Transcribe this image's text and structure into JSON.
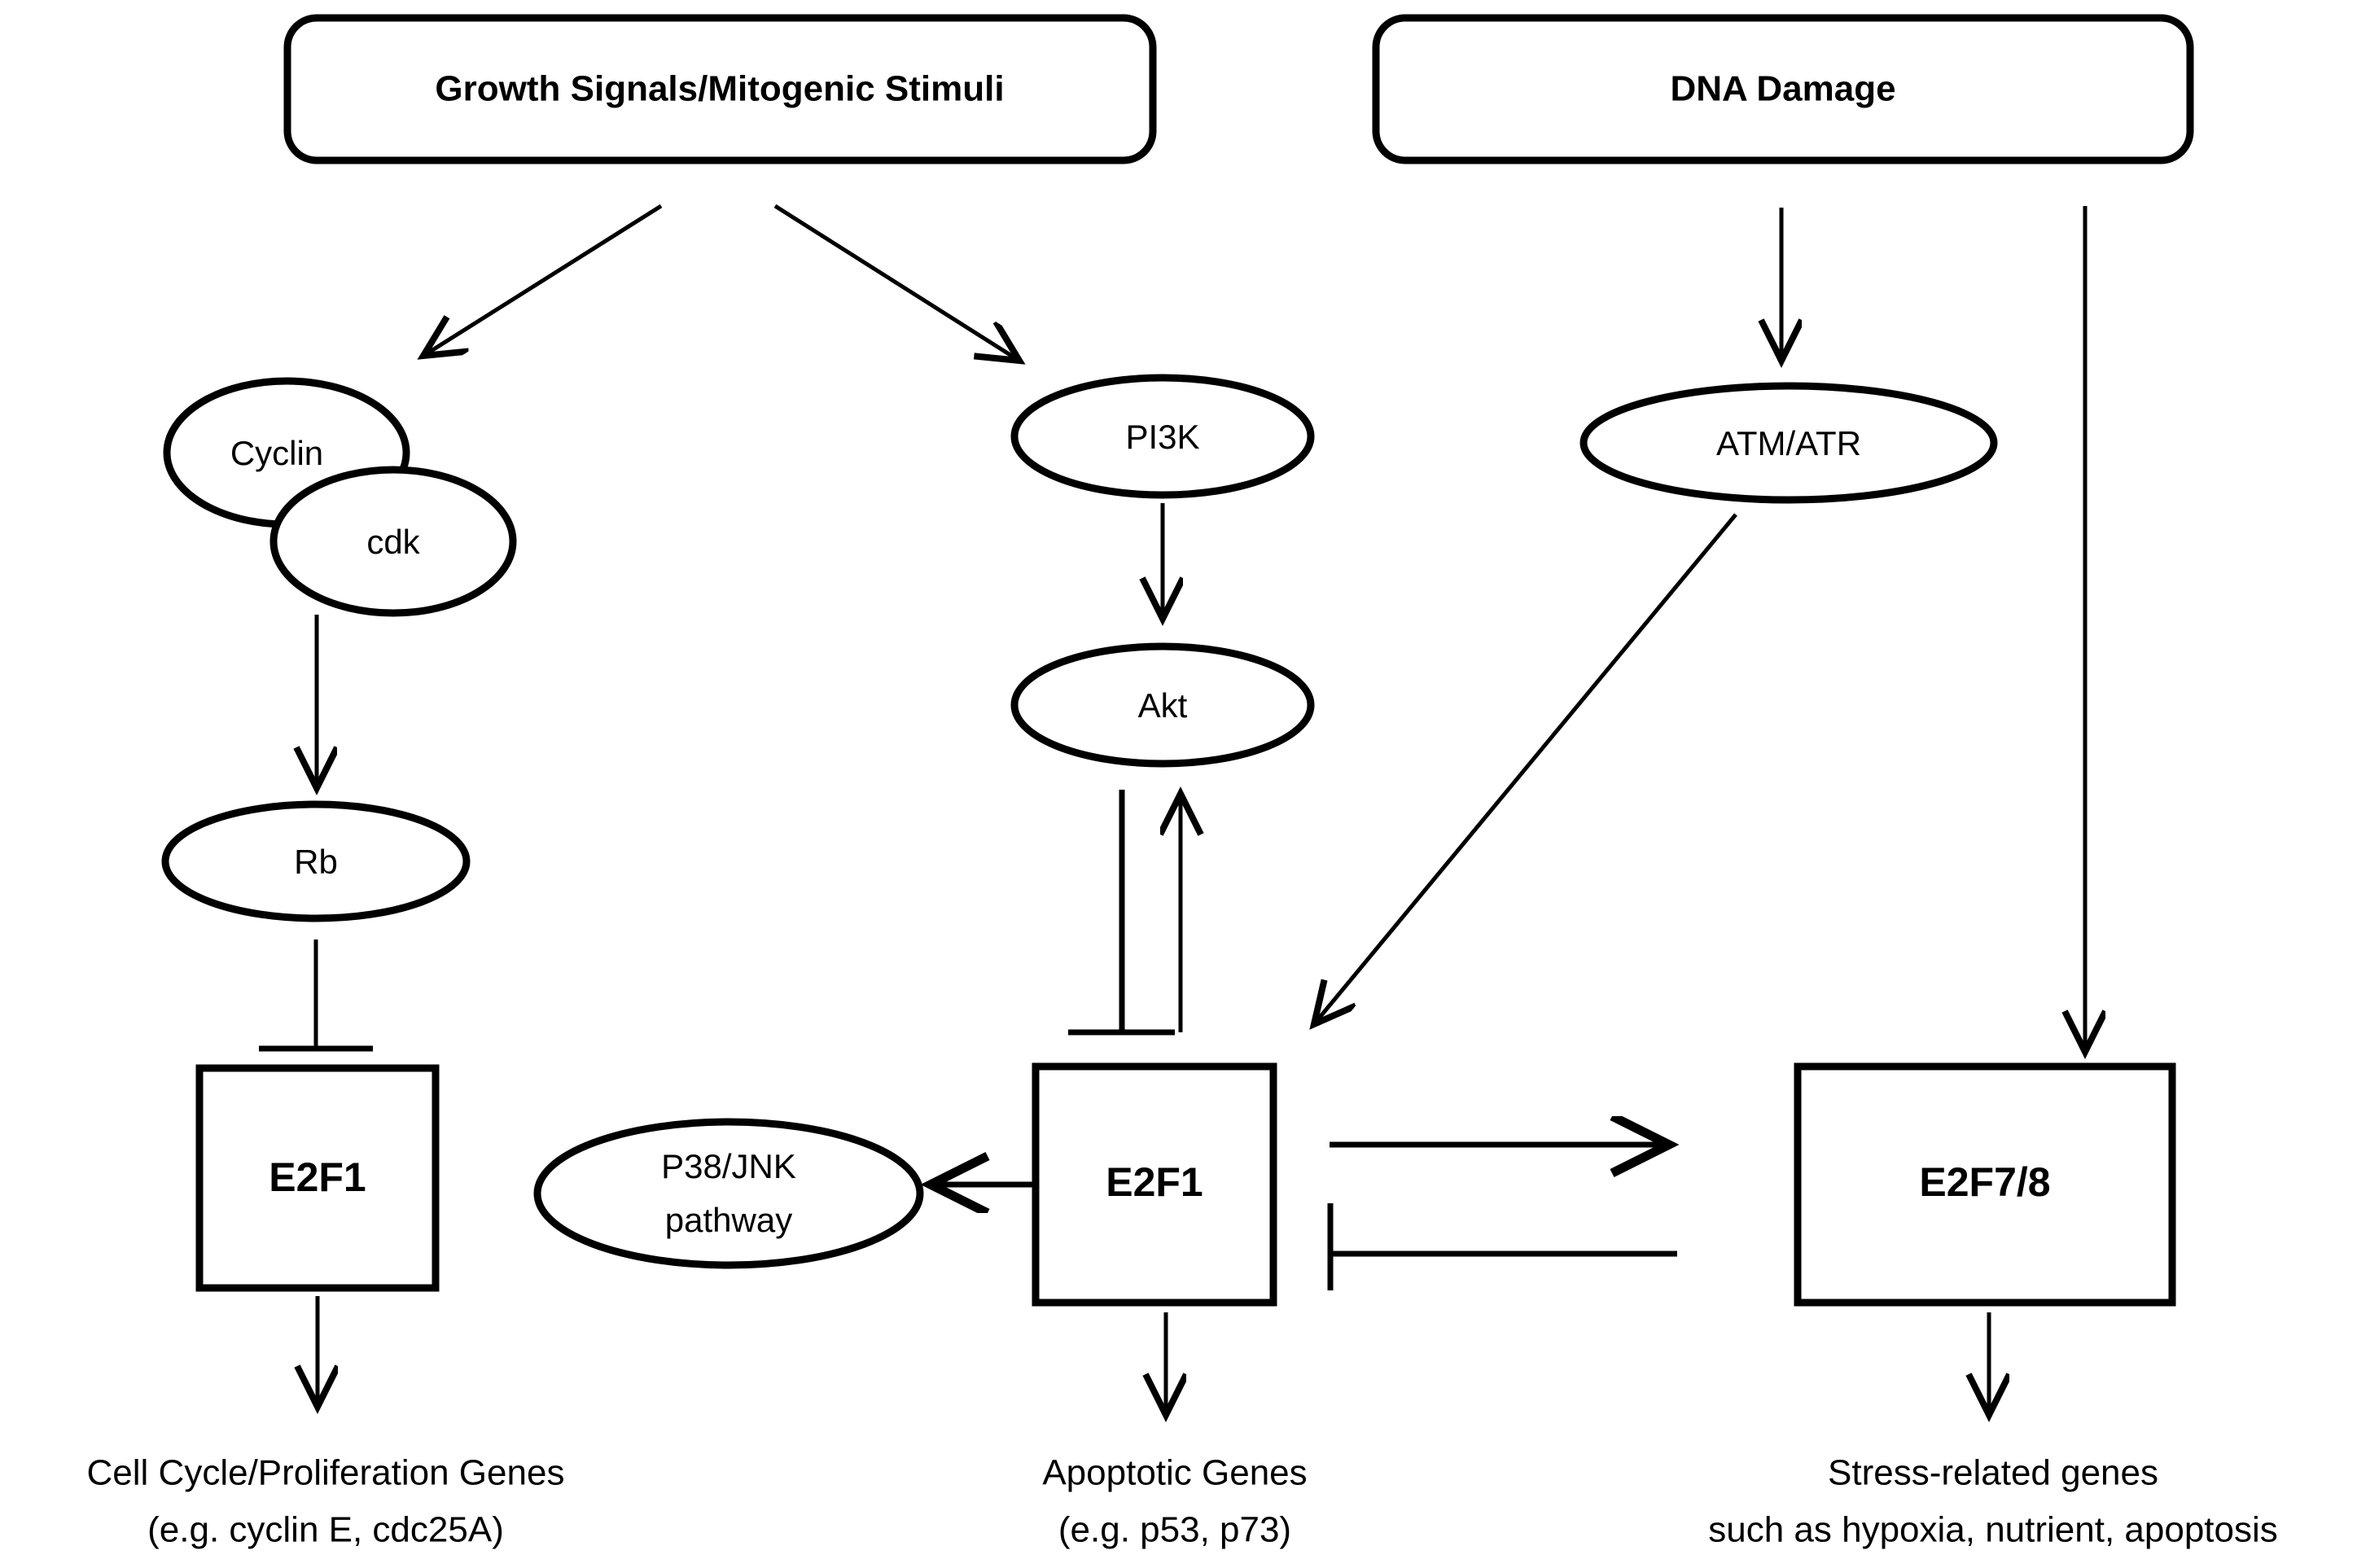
{
  "diagram": {
    "title_nodes": [
      {
        "id": "growth-signals",
        "label": "Growth Signals/Mitogenic Stimuli",
        "shape": "rounded-rect",
        "bold": true
      },
      {
        "id": "dna-damage",
        "label": "DNA Damage",
        "shape": "rounded-rect",
        "bold": true
      }
    ],
    "nodes": [
      {
        "id": "cyclin",
        "label": "Cyclin",
        "shape": "ellipse"
      },
      {
        "id": "cdk",
        "label": "cdk",
        "shape": "ellipse"
      },
      {
        "id": "pi3k",
        "label": "PI3K",
        "shape": "ellipse"
      },
      {
        "id": "akt",
        "label": "Akt",
        "shape": "ellipse"
      },
      {
        "id": "atm-atr",
        "label": "ATM/ATR",
        "shape": "ellipse"
      },
      {
        "id": "rb",
        "label": "Rb",
        "shape": "ellipse"
      },
      {
        "id": "p38-jnk",
        "label_line1": "P38/JNK",
        "label_line2": "pathway",
        "shape": "ellipse"
      },
      {
        "id": "e2f1-left",
        "label": "E2F1",
        "shape": "rect",
        "bold": true
      },
      {
        "id": "e2f1-center",
        "label": "E2F1",
        "shape": "rect",
        "bold": true
      },
      {
        "id": "e2f78",
        "label": "E2F7/8",
        "shape": "rect",
        "bold": true
      }
    ],
    "outcomes": [
      {
        "id": "cell-cycle-genes",
        "line1": "Cell Cycle/Proliferation Genes",
        "line2": "(e.g. cyclin E, cdc25A)"
      },
      {
        "id": "apoptotic-genes",
        "line1": "Apoptotic Genes",
        "line2": "(e.g. p53, p73)"
      },
      {
        "id": "stress-genes",
        "line1": "Stress-related genes",
        "line2": "such as hypoxia, nutrient, apoptosis"
      }
    ],
    "edges": [
      {
        "from": "growth-signals",
        "to": "cyclin-cdk",
        "type": "arrow"
      },
      {
        "from": "growth-signals",
        "to": "pi3k",
        "type": "arrow"
      },
      {
        "from": "dna-damage",
        "to": "atm-atr",
        "type": "arrow"
      },
      {
        "from": "dna-damage",
        "to": "e2f78",
        "type": "arrow"
      },
      {
        "from": "cyclin-cdk",
        "to": "rb",
        "type": "arrow"
      },
      {
        "from": "pi3k",
        "to": "akt",
        "type": "arrow"
      },
      {
        "from": "rb",
        "to": "e2f1-left",
        "type": "inhibit"
      },
      {
        "from": "akt",
        "to": "e2f1-center",
        "type": "inhibit"
      },
      {
        "from": "e2f1-center",
        "to": "akt",
        "type": "arrow"
      },
      {
        "from": "atm-atr",
        "to": "e2f1-center",
        "type": "arrow"
      },
      {
        "from": "e2f1-center",
        "to": "p38-jnk",
        "type": "arrow"
      },
      {
        "from": "e2f1-center",
        "to": "e2f78",
        "type": "arrow"
      },
      {
        "from": "e2f78",
        "to": "e2f1-center",
        "type": "inhibit"
      },
      {
        "from": "e2f1-left",
        "to": "cell-cycle-genes",
        "type": "arrow"
      },
      {
        "from": "e2f1-center",
        "to": "apoptotic-genes",
        "type": "arrow"
      },
      {
        "from": "e2f78",
        "to": "stress-genes",
        "type": "arrow"
      }
    ],
    "colors": {
      "stroke": "#000000",
      "fill": "#ffffff",
      "text": "#000000"
    }
  }
}
